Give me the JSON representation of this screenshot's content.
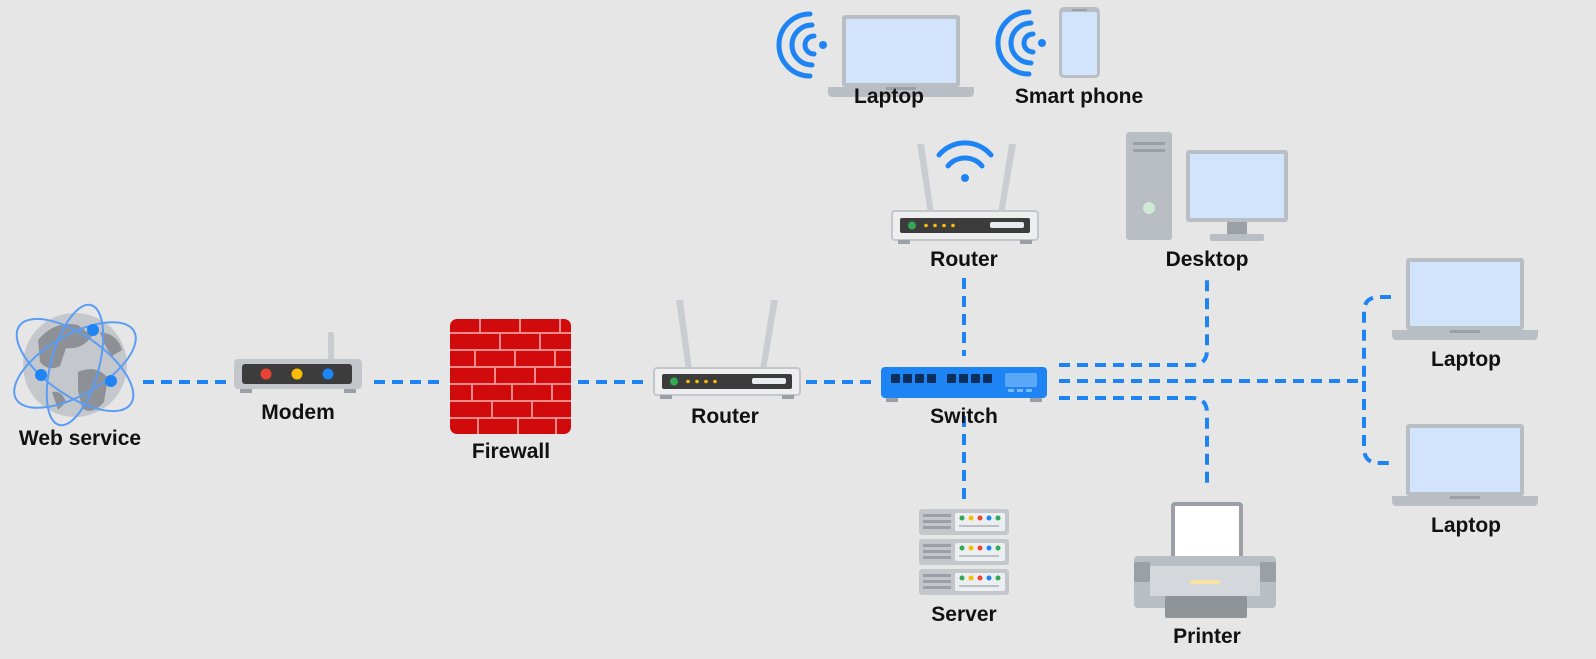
{
  "colors": {
    "background": "#e6e6e6",
    "link": "#1f84f3",
    "wireless": "#1f84f3",
    "switch": "#1f84f3",
    "firewall": "#d10b0b",
    "device_gray": "#b9bdc4",
    "screen": "#d2e3fc"
  },
  "nodes": {
    "web_service": {
      "label": "Web service",
      "icon": "globe-icon"
    },
    "modem": {
      "label": "Modem",
      "icon": "modem-icon"
    },
    "firewall": {
      "label": "Firewall",
      "icon": "brick-wall-icon"
    },
    "router_main": {
      "label": "Router",
      "icon": "router-icon"
    },
    "switch": {
      "label": "Switch",
      "icon": "network-switch-icon"
    },
    "router_wireless": {
      "label": "Router",
      "icon": "wifi-router-icon"
    },
    "laptop_wireless": {
      "label": "Laptop",
      "icon": "laptop-icon"
    },
    "smartphone": {
      "label": "Smart phone",
      "icon": "smartphone-icon"
    },
    "desktop": {
      "label": "Desktop",
      "icon": "desktop-computer-icon"
    },
    "server": {
      "label": "Server",
      "icon": "server-rack-icon"
    },
    "printer": {
      "label": "Printer",
      "icon": "printer-icon"
    },
    "laptop_wired_1": {
      "label": "Laptop",
      "icon": "laptop-icon"
    },
    "laptop_wired_2": {
      "label": "Laptop",
      "icon": "laptop-icon"
    }
  },
  "connections": [
    {
      "from": "Web service",
      "to": "Modem",
      "style": "dashed"
    },
    {
      "from": "Modem",
      "to": "Firewall",
      "style": "dashed"
    },
    {
      "from": "Firewall",
      "to": "Router",
      "style": "dashed"
    },
    {
      "from": "Router",
      "to": "Switch",
      "style": "dashed"
    },
    {
      "from": "Switch",
      "to": "Router",
      "style": "dashed"
    },
    {
      "from": "Switch",
      "to": "Desktop",
      "style": "dashed"
    },
    {
      "from": "Switch",
      "to": "Laptop",
      "style": "dashed"
    },
    {
      "from": "Switch",
      "to": "Laptop",
      "style": "dashed"
    },
    {
      "from": "Switch",
      "to": "Printer",
      "style": "dashed"
    },
    {
      "from": "Switch",
      "to": "Server",
      "style": "dashed"
    },
    {
      "from": "Router",
      "to": "Laptop",
      "style": "wireless"
    },
    {
      "from": "Router",
      "to": "Smart phone",
      "style": "wireless"
    }
  ]
}
